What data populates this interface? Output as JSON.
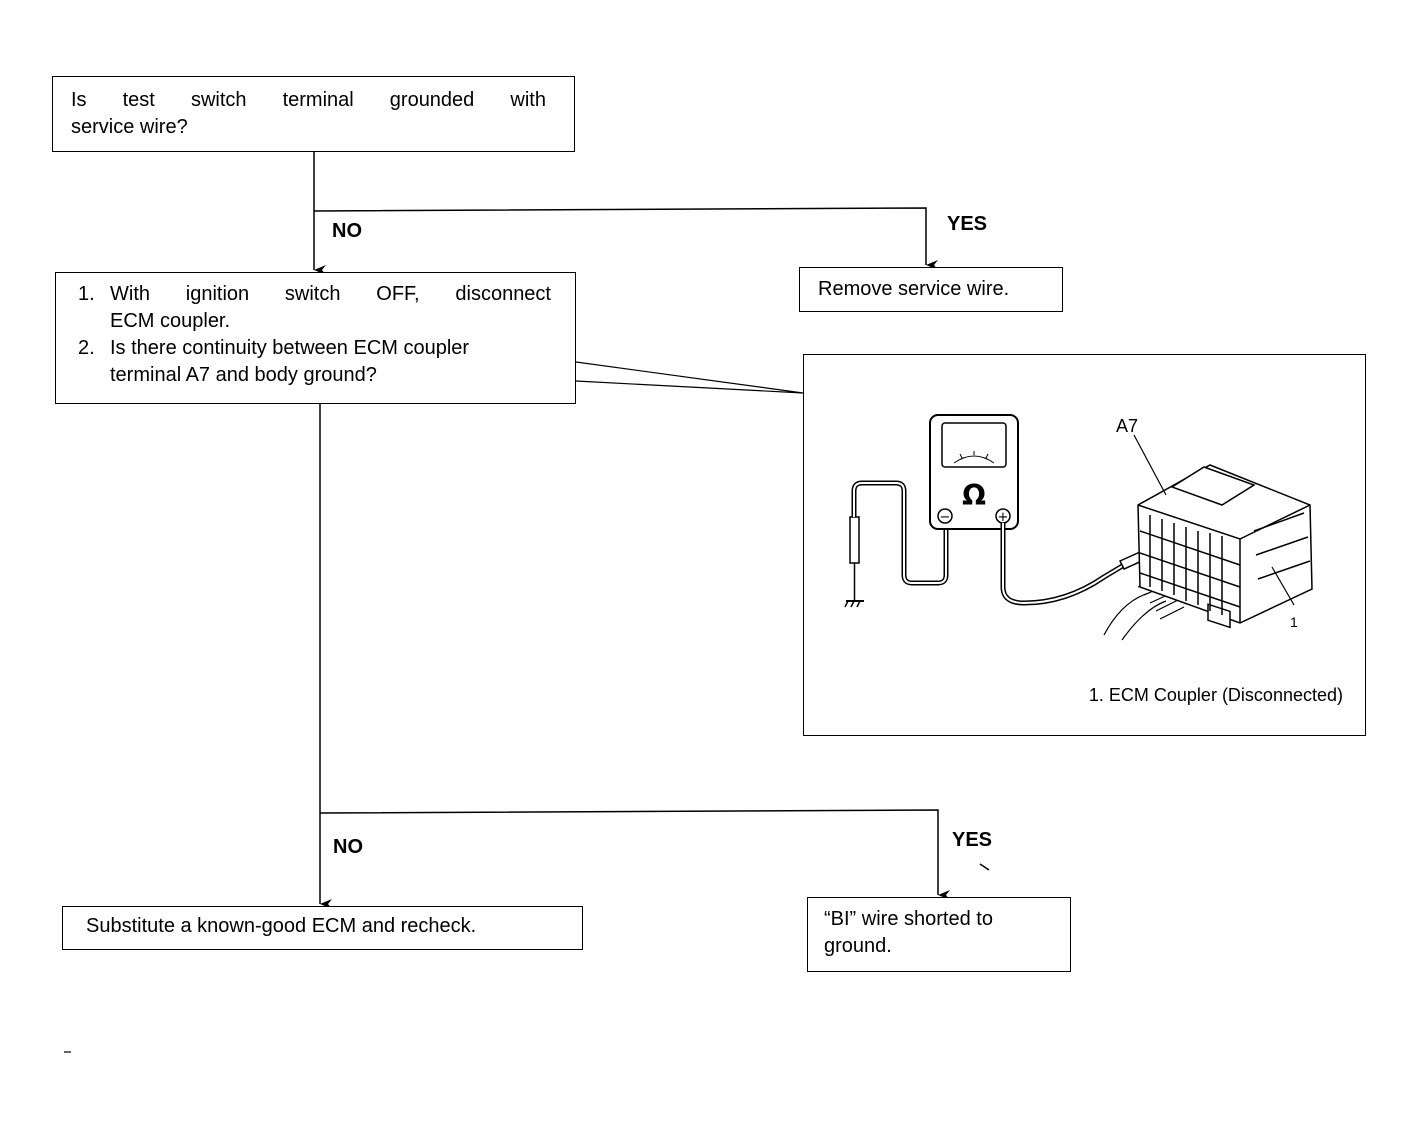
{
  "flow": {
    "q1": {
      "line1_words": [
        "Is",
        "test",
        "switch",
        "terminal",
        "grounded",
        "with"
      ],
      "line2": "service wire?"
    },
    "q1_no_label": "NO",
    "q1_yes_label": "YES",
    "remove_service_wire": "Remove service wire.",
    "q2": {
      "step1_num": "1.",
      "step1_line1_words": [
        "With",
        "ignition",
        "switch",
        "OFF,",
        "disconnect"
      ],
      "step1_line2": "ECM coupler.",
      "step2_num": "2.",
      "step2_line1": "Is there continuity between ECM coupler",
      "step2_line2": "terminal A7 and body ground?"
    },
    "q2_no_label": "NO",
    "q2_yes_label": "YES",
    "substitute_ecm": "Substitute a known-good ECM and recheck.",
    "bi_wire": {
      "line1": "“BI” wire shorted to",
      "line2": "ground."
    }
  },
  "illustration": {
    "terminal_label": "A7",
    "part_number_label": "1",
    "meter_symbol": "Ω",
    "negative_symbol": "−",
    "positive_symbol": "+",
    "caption": "1. ECM Coupler (Disconnected)"
  }
}
